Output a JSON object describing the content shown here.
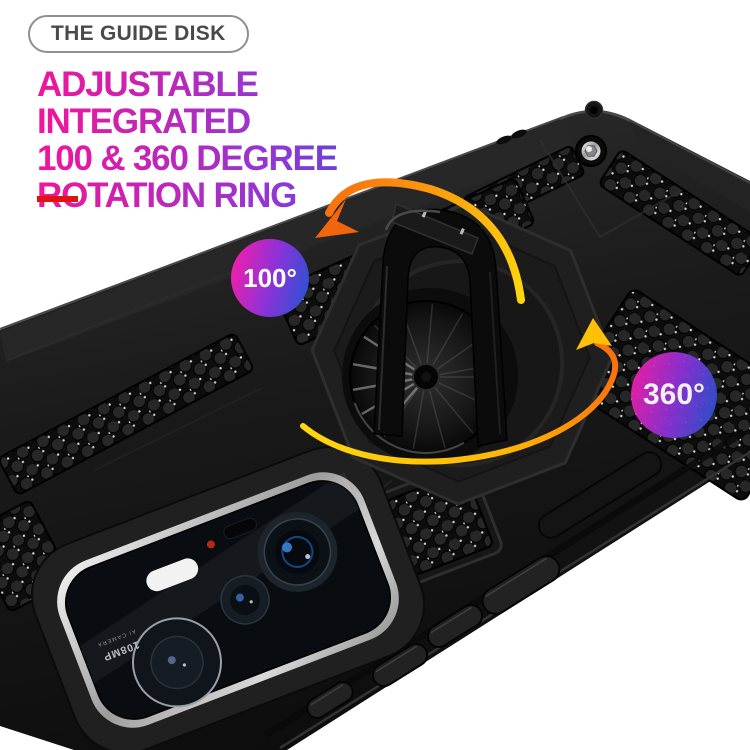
{
  "header": {
    "badge_label": "THE GUIDE DISK",
    "title_lines": [
      "ADJUSTABLE INTEGRATED",
      "100 & 360 DEGREE",
      "ROTATION RING"
    ]
  },
  "callouts": {
    "rotation_small": "100°",
    "rotation_full": "360°"
  },
  "product": {
    "camera_label_primary": "108MP",
    "camera_label_secondary": "AI CAMERA"
  },
  "colors": {
    "headline_pink": "#ee169b",
    "headline_purple": "#8f38d6",
    "headline_blue": "#1c55d4",
    "accent_red": "#e01212",
    "badge_pink": "#ef1fae",
    "badge_purple": "#8c32d8",
    "badge_blue": "#2953d4",
    "arrow_yellow": "#ffd60e",
    "arrow_orange": "#f9700e",
    "case_black": "#161616",
    "pill_border": "#8f8f8f",
    "pill_text": "#4a4a4a"
  }
}
